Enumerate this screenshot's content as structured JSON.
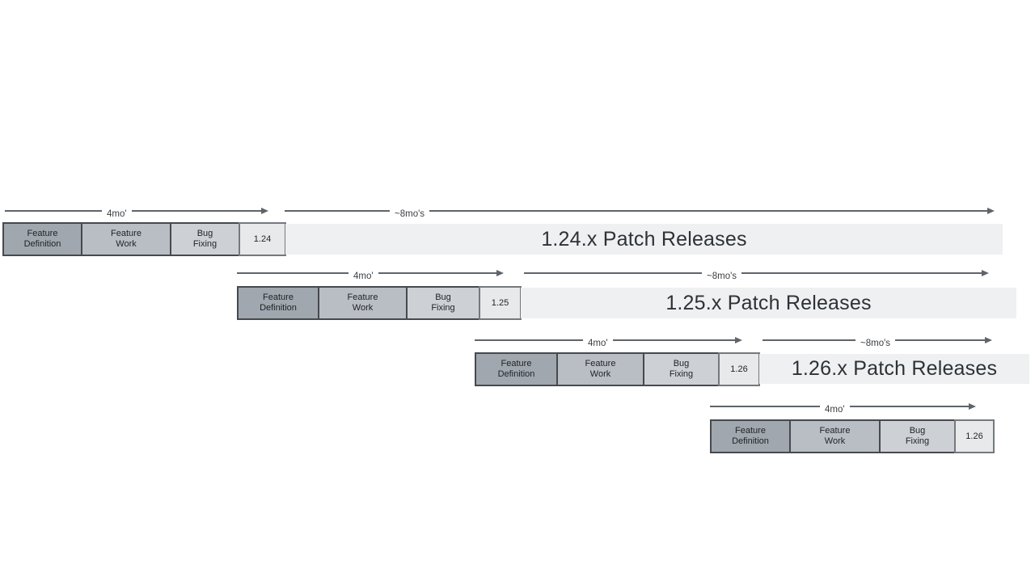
{
  "colors": {
    "feature-definition-fill": "#a0a7af",
    "feature-work-fill": "#b8bec4",
    "bug-fixing-fill": "#cdd1d5",
    "version-fill": "#e7e9ea",
    "patch-bar-fill": "#eff0f2",
    "box-border": "#46494d",
    "arrow": "#5f646a",
    "patch-text": "#2d3236"
  },
  "diagram": {
    "rows": [
      {
        "duration_feature": "4mo'",
        "duration_patch": "~8mo's",
        "phases": [
          {
            "line1": "Feature",
            "line2": "Definition"
          },
          {
            "line1": "Feature",
            "line2": "Work"
          },
          {
            "line1": "Bug",
            "line2": "Fixing"
          }
        ],
        "version": "1.24",
        "patch_label": "1.24.x Patch Releases"
      },
      {
        "duration_feature": "4mo'",
        "duration_patch": "~8mo's",
        "phases": [
          {
            "line1": "Feature",
            "line2": "Definition"
          },
          {
            "line1": "Feature",
            "line2": "Work"
          },
          {
            "line1": "Bug",
            "line2": "Fixing"
          }
        ],
        "version": "1.25",
        "patch_label": "1.25.x Patch Releases"
      },
      {
        "duration_feature": "4mo'",
        "duration_patch": "~8mo's",
        "phases": [
          {
            "line1": "Feature",
            "line2": "Definition"
          },
          {
            "line1": "Feature",
            "line2": "Work"
          },
          {
            "line1": "Bug",
            "line2": "Fixing"
          }
        ],
        "version": "1.26",
        "patch_label": "1.26.x Patch Releases"
      },
      {
        "duration_feature": "4mo'",
        "phases": [
          {
            "line1": "Feature",
            "line2": "Definition"
          },
          {
            "line1": "Feature",
            "line2": "Work"
          },
          {
            "line1": "Bug",
            "line2": "Fixing"
          }
        ],
        "version": "1.26"
      }
    ]
  }
}
